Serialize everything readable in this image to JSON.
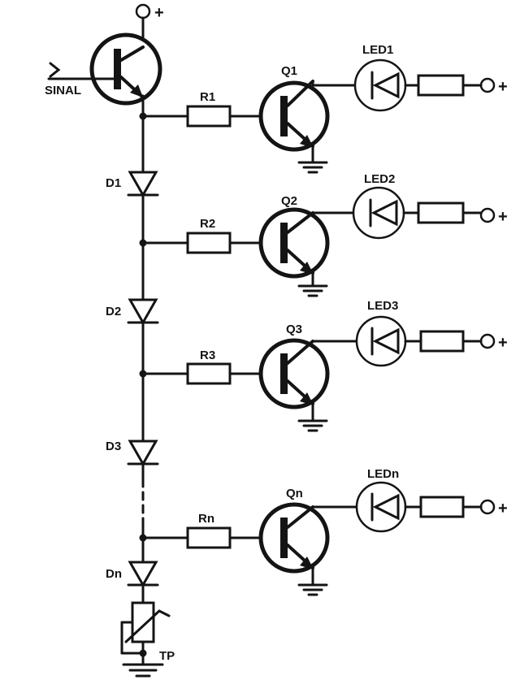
{
  "signal_label": "SINAL",
  "trimpot_label": "TP",
  "plus_symbol": "+",
  "stages": [
    {
      "transistor": "Q1",
      "resistor": "R1",
      "led": "LED1",
      "diode": "D1"
    },
    {
      "transistor": "Q2",
      "resistor": "R2",
      "led": "LED2",
      "diode": "D2"
    },
    {
      "transistor": "Q3",
      "resistor": "R3",
      "led": "LED3",
      "diode": "D3"
    },
    {
      "transistor": "Qn",
      "resistor": "Rn",
      "led": "LEDn",
      "diode": "Dn"
    }
  ]
}
